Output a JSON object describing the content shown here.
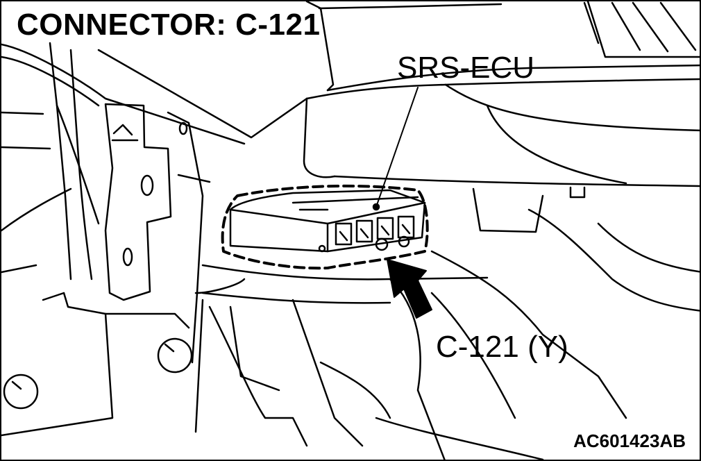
{
  "title": "CONNECTOR: C-121",
  "labels": {
    "srs_ecu": "SRS-ECU",
    "connector": "C-121 (Y)"
  },
  "figure_id": "AC601423AB",
  "colors": {
    "line": "#000000",
    "background": "#ffffff"
  }
}
